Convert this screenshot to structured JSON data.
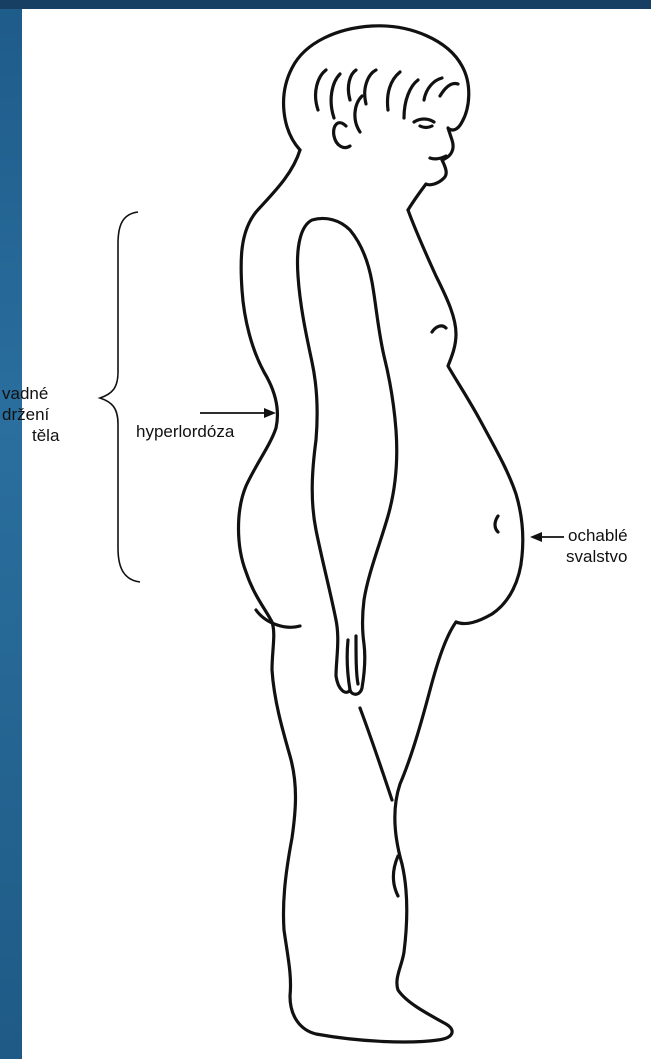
{
  "labels": {
    "posture_line1": "vadné",
    "posture_line2": "držení",
    "posture_line3": "těla",
    "hyperlordosis": "hyperlordóza",
    "muscles_line1": "ochablé",
    "muscles_line2": "svalstvo"
  },
  "colors": {
    "background_blue": "#2a6f9e",
    "panel": "#ffffff",
    "ink": "#111111"
  }
}
